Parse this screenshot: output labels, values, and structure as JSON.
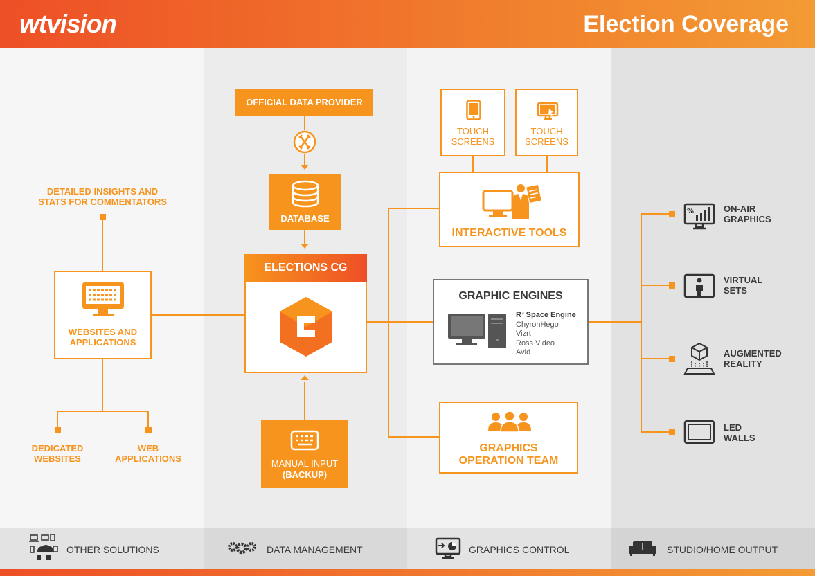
{
  "header": {
    "logo": "wtvision",
    "title": "Election Coverage"
  },
  "colors": {
    "accent": "#f7941d",
    "accent_dark": "#ee4f26",
    "header_end": "#f39b34",
    "text": "#3a3a3a"
  },
  "nodes": {
    "official_data_provider": "OFFICIAL DATA PROVIDER",
    "database": "DATABASE",
    "elections_cg": "ELECTIONS CG",
    "manual_input": "MANUAL INPUT",
    "manual_input_backup": "(BACKUP)",
    "detailed_insights_line1": "DETAILED INSIGHTS AND",
    "detailed_insights_line2": "STATS FOR COMMENTATORS",
    "websites_line1": "WEBSITES AND",
    "websites_line2": "APPLICATIONS",
    "dedicated_line1": "DEDICATED",
    "dedicated_line2": "WEBSITES",
    "web_apps_line1": "WEB",
    "web_apps_line2": "APPLICATIONS",
    "touch_line1": "TOUCH",
    "touch_line2": "SCREENS",
    "interactive_tools": "INTERACTIVE TOOLS",
    "graphic_engines": "GRAPHIC ENGINES",
    "engine_primary": "R³ Space Engine",
    "engine_list": [
      "ChyronHego",
      "Vizrt",
      "Ross Video",
      "Avid"
    ],
    "graphics_team_line1": "GRAPHICS",
    "graphics_team_line2": "OPERATION TEAM"
  },
  "outputs": [
    {
      "line1": "ON-AIR",
      "line2": "GRAPHICS",
      "icon": "chart-monitor-icon"
    },
    {
      "line1": "VIRTUAL",
      "line2": "SETS",
      "icon": "virtual-set-icon"
    },
    {
      "line1": "AUGMENTED",
      "line2": "REALITY",
      "icon": "augmented-reality-icon"
    },
    {
      "line1": "LED",
      "line2": "WALLS",
      "icon": "led-wall-icon"
    }
  ],
  "footer": [
    {
      "label": "OTHER SOLUTIONS",
      "icon": "devices-icon"
    },
    {
      "label": "DATA MANAGEMENT",
      "icon": "gears-icon"
    },
    {
      "label": "GRAPHICS CONTROL",
      "icon": "control-monitor-icon"
    },
    {
      "label": "STUDIO/HOME OUTPUT",
      "icon": "sofa-icon"
    }
  ]
}
